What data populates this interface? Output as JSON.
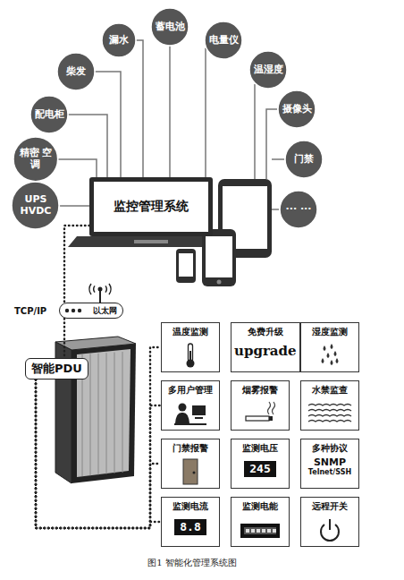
{
  "diagram": {
    "caption": "图1 智能化管理系统图",
    "nodes": [
      {
        "text": [
          "UPS HVDC"
        ]
      },
      {
        "text": [
          "精密 空调"
        ]
      },
      {
        "text": [
          "配电柜"
        ]
      },
      {
        "text": [
          "柴发"
        ]
      },
      {
        "text": [
          "漏水"
        ]
      },
      {
        "text": [
          "蓄电池"
        ]
      },
      {
        "text": [
          "电量仪"
        ]
      },
      {
        "text": [
          "温湿度"
        ]
      },
      {
        "text": [
          "摄像头"
        ]
      },
      {
        "text": [
          "门禁"
        ]
      },
      {
        "text": [
          "··· ···"
        ]
      },
      {
        "text": [
          "监控管理系统"
        ]
      },
      {
        "text": [
          "以太网"
        ]
      },
      {
        "text": [
          "智能PDU"
        ]
      },
      {
        "text": [
          "温度监测"
        ]
      },
      {
        "text": [
          "免费升级",
          "upgrade"
        ]
      },
      {
        "text": [
          "湿度监测"
        ]
      },
      {
        "text": [
          "多用户管理"
        ]
      },
      {
        "text": [
          "烟雾报警"
        ]
      },
      {
        "text": [
          "水禁监查"
        ]
      },
      {
        "text": [
          "门禁报警"
        ]
      },
      {
        "text": [
          "监测电压",
          "245"
        ]
      },
      {
        "text": [
          "多种协议",
          "SNMP",
          "Telnet/SSH"
        ]
      },
      {
        "text": [
          "监测电流",
          "8.8"
        ]
      },
      {
        "text": [
          "监测电能"
        ]
      },
      {
        "text": [
          "远程开关"
        ]
      }
    ],
    "edges": [
      {
        "from": 0,
        "to": 11,
        "arrow": "none"
      },
      {
        "from": 1,
        "to": 11,
        "arrow": "none"
      },
      {
        "from": 2,
        "to": 11,
        "arrow": "none"
      },
      {
        "from": 3,
        "to": 11,
        "arrow": "none"
      },
      {
        "from": 4,
        "to": 11,
        "arrow": "none"
      },
      {
        "from": 5,
        "to": 11,
        "arrow": "none"
      },
      {
        "from": 6,
        "to": 11,
        "arrow": "none"
      },
      {
        "from": 11,
        "to": 12,
        "arrow": "none"
      },
      {
        "from": 12,
        "to": 13,
        "arrow": "none"
      },
      {
        "from": 13,
        "to": 14,
        "arrow": "none"
      },
      {
        "from": 13,
        "to": 17,
        "arrow": "none"
      },
      {
        "from": 13,
        "to": 20,
        "arrow": "none"
      },
      {
        "from": 13,
        "to": 23,
        "arrow": "none"
      }
    ],
    "labels": [
      "TCP/IP"
    ]
  }
}
